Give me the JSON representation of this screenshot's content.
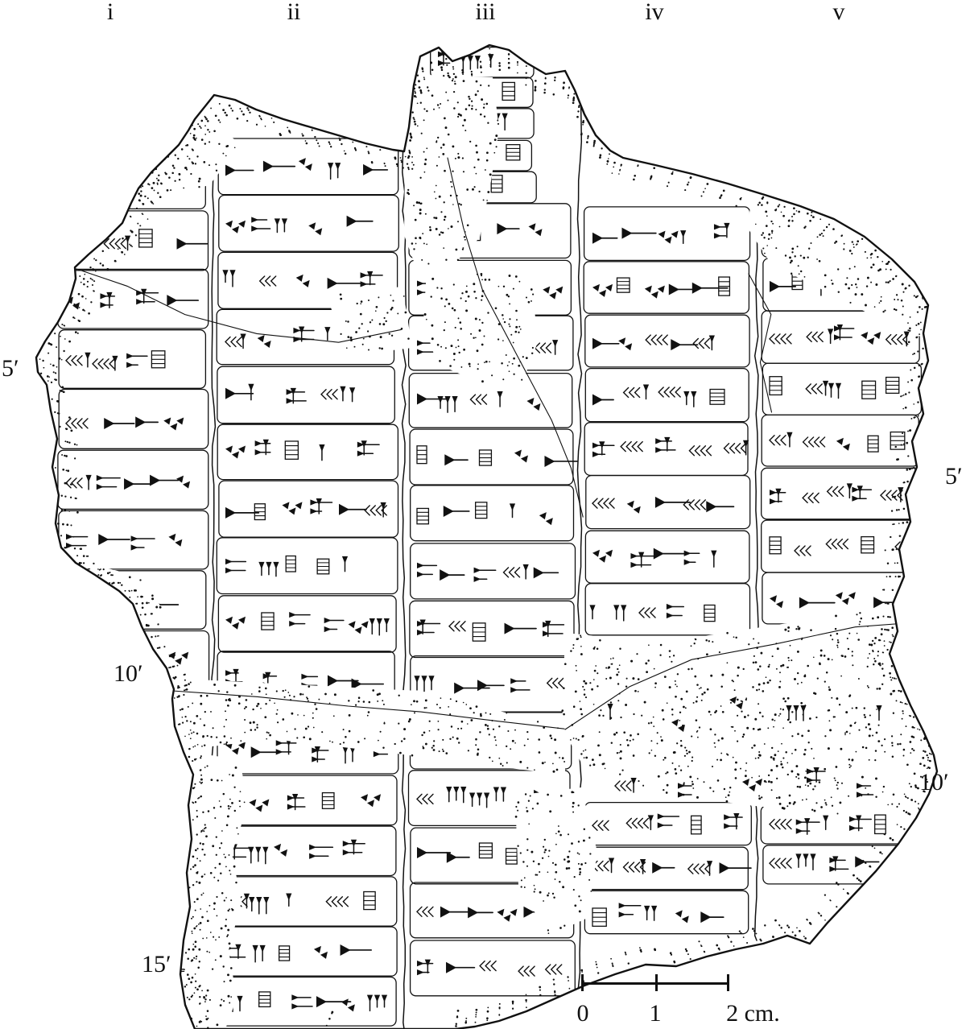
{
  "figure": {
    "column_labels": [
      "i",
      "ii",
      "iii",
      "iv",
      "v"
    ],
    "line_markers": {
      "left": [
        "5′",
        "10′",
        "15′"
      ],
      "right": [
        "5′",
        "10′"
      ]
    },
    "scale_bar": {
      "labels": [
        "0",
        "1",
        "2 cm."
      ]
    },
    "colors": {
      "ink": "#111111",
      "background": "#ffffff"
    }
  }
}
